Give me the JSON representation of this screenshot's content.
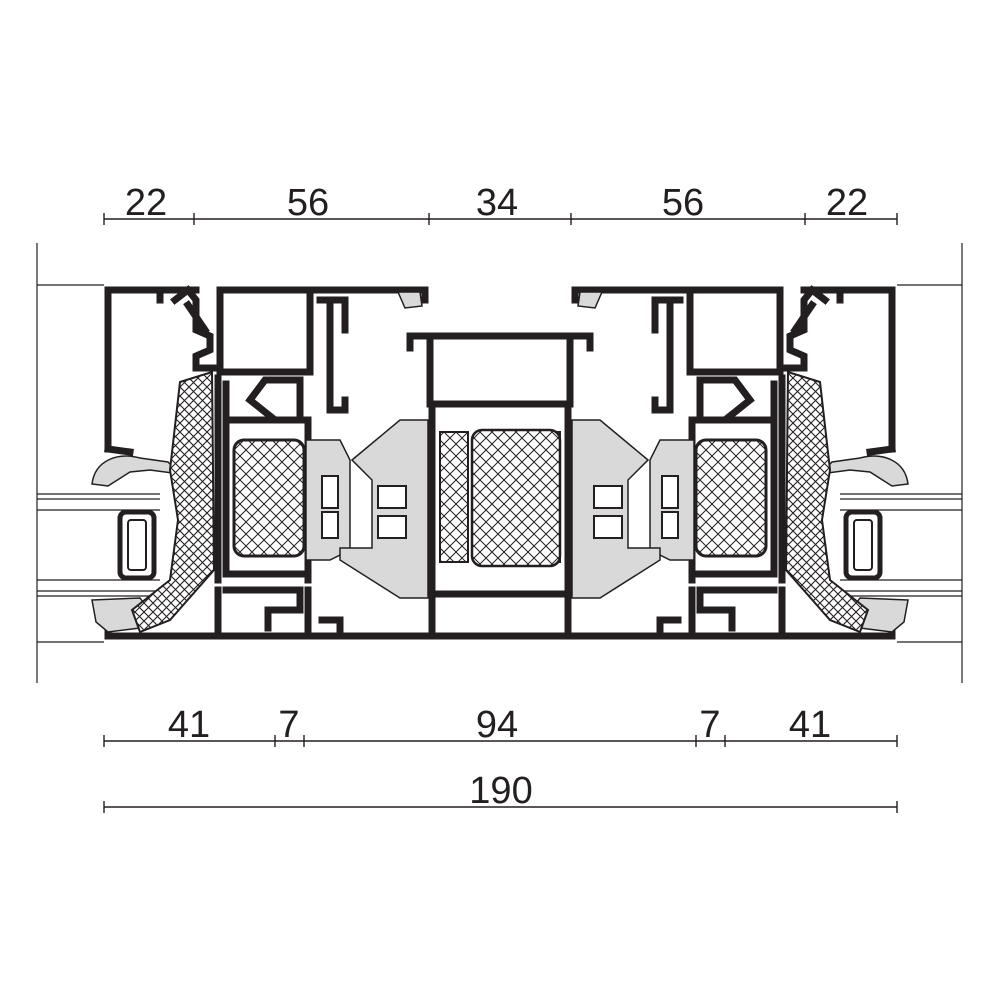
{
  "dimensions": {
    "top": [
      "22",
      "56",
      "34",
      "56",
      "22"
    ],
    "bottom": [
      "41",
      "7",
      "94",
      "7",
      "41"
    ],
    "overall": "190"
  },
  "colors": {
    "ink": "#231f20",
    "gasket": "#d9d9d9",
    "background": "#ffffff"
  }
}
